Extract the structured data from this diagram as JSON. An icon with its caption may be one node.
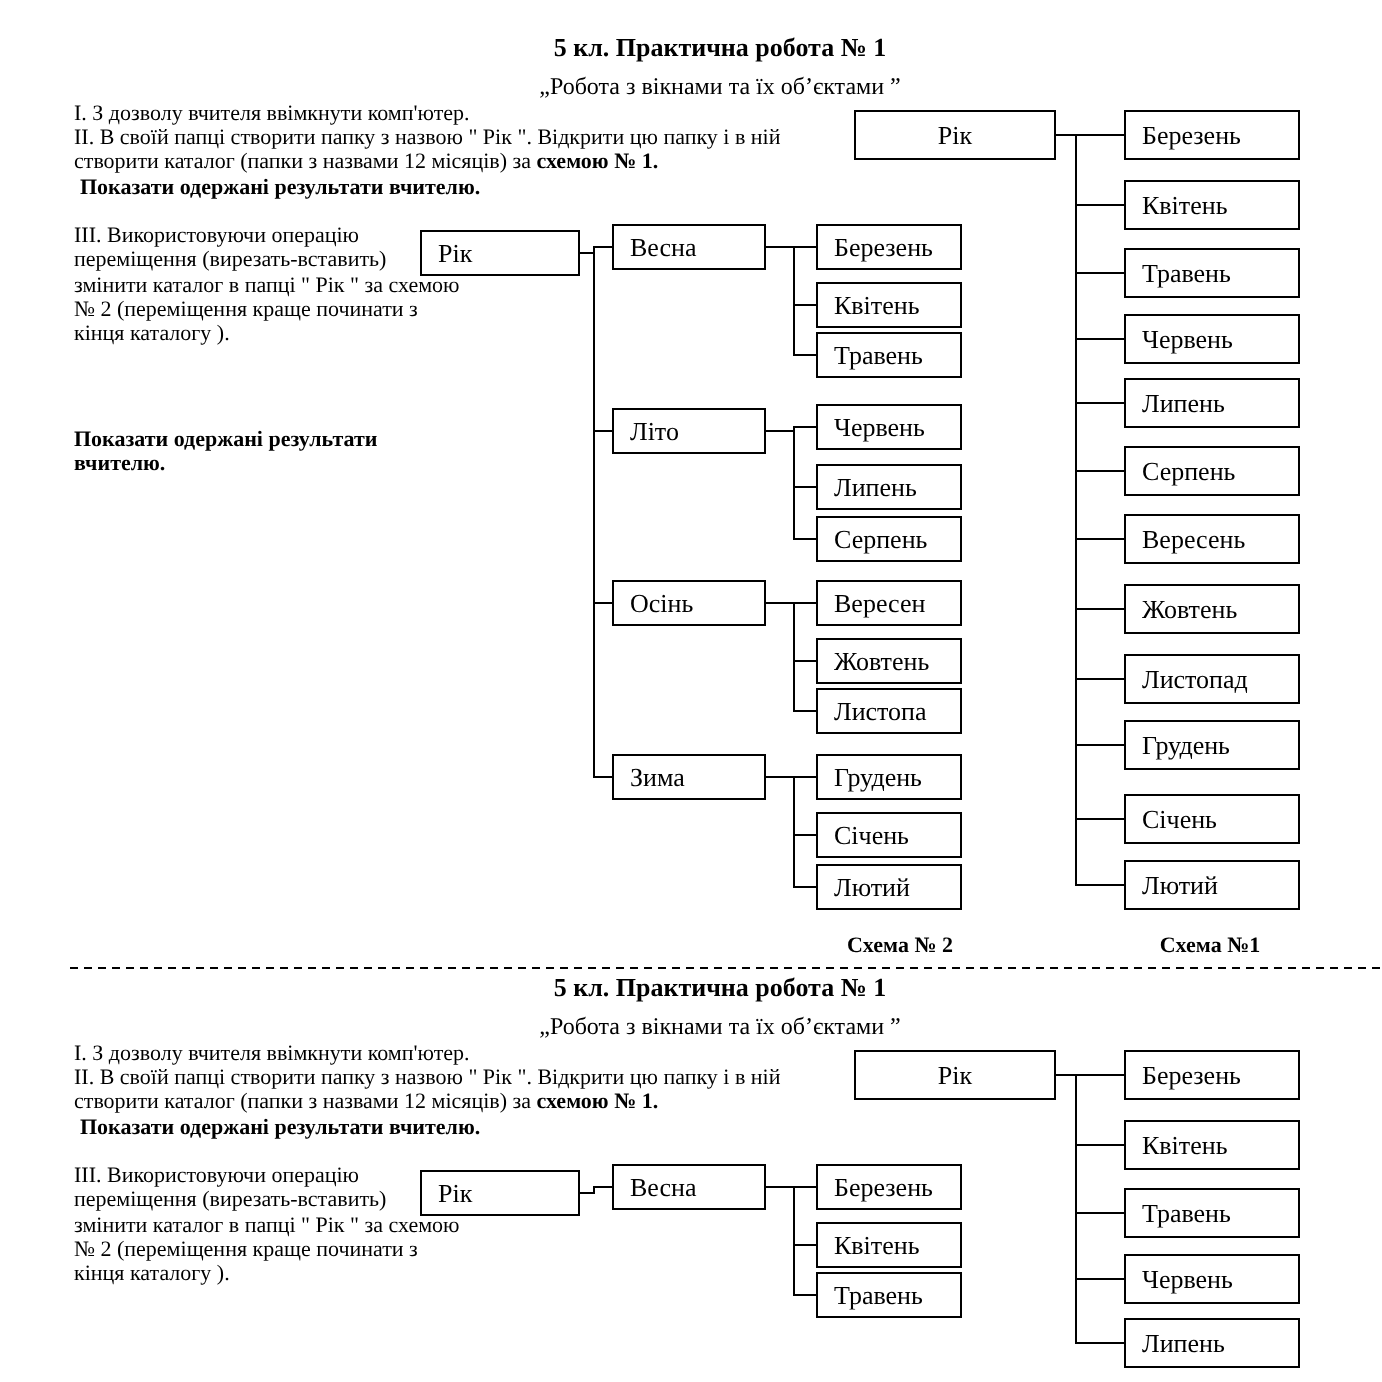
{
  "diagram": {
    "nodes": [
      {
        "text": [
          "Рік"
        ]
      },
      {
        "text": [
          "Березень"
        ]
      },
      {
        "text": [
          "Квітень"
        ]
      },
      {
        "text": [
          "Травень"
        ]
      },
      {
        "text": [
          "Червень"
        ]
      },
      {
        "text": [
          "Липень"
        ]
      },
      {
        "text": [
          "Серпень"
        ]
      },
      {
        "text": [
          "Вересень"
        ]
      },
      {
        "text": [
          "Жовтень"
        ]
      },
      {
        "text": [
          "Листопад"
        ]
      },
      {
        "text": [
          "Грудень"
        ]
      },
      {
        "text": [
          "Січень"
        ]
      },
      {
        "text": [
          "Лютий"
        ]
      },
      {
        "text": [
          "Рік"
        ]
      },
      {
        "text": [
          "Весна"
        ]
      },
      {
        "text": [
          "Березень"
        ]
      },
      {
        "text": [
          "Квітень"
        ]
      },
      {
        "text": [
          "Травень"
        ]
      },
      {
        "text": [
          "Літо"
        ]
      },
      {
        "text": [
          "Червень"
        ]
      },
      {
        "text": [
          "Липень"
        ]
      },
      {
        "text": [
          "Серпень"
        ]
      },
      {
        "text": [
          "Осінь"
        ]
      },
      {
        "text": [
          "Вересен"
        ]
      },
      {
        "text": [
          "Жовтень"
        ]
      },
      {
        "text": [
          "Листопа"
        ]
      },
      {
        "text": [
          "Зима"
        ]
      },
      {
        "text": [
          "Грудень"
        ]
      },
      {
        "text": [
          "Січень"
        ]
      },
      {
        "text": [
          "Лютий"
        ]
      },
      {
        "text": [
          "Рік"
        ]
      },
      {
        "text": [
          "Березень"
        ]
      },
      {
        "text": [
          "Квітень"
        ]
      },
      {
        "text": [
          "Травень"
        ]
      },
      {
        "text": [
          "Червень"
        ]
      },
      {
        "text": [
          "Липень"
        ]
      },
      {
        "text": [
          "Рік"
        ]
      },
      {
        "text": [
          "Весна"
        ]
      },
      {
        "text": [
          "Березень"
        ]
      },
      {
        "text": [
          "Квітень"
        ]
      },
      {
        "text": [
          "Травень"
        ]
      }
    ],
    "edges": [
      {
        "from": 0,
        "to": 1,
        "arrow": "none"
      },
      {
        "from": 0,
        "to": 2,
        "arrow": "none"
      },
      {
        "from": 0,
        "to": 3,
        "arrow": "none"
      },
      {
        "from": 0,
        "to": 4,
        "arrow": "none"
      },
      {
        "from": 0,
        "to": 5,
        "arrow": "none"
      },
      {
        "from": 0,
        "to": 6,
        "arrow": "none"
      },
      {
        "from": 0,
        "to": 7,
        "arrow": "none"
      },
      {
        "from": 0,
        "to": 8,
        "arrow": "none"
      },
      {
        "from": 0,
        "to": 9,
        "arrow": "none"
      },
      {
        "from": 0,
        "to": 10,
        "arrow": "none"
      },
      {
        "from": 0,
        "to": 11,
        "arrow": "none"
      },
      {
        "from": 0,
        "to": 12,
        "arrow": "none"
      },
      {
        "from": 13,
        "to": 14,
        "arrow": "none"
      },
      {
        "from": 13,
        "to": 18,
        "arrow": "none"
      },
      {
        "from": 13,
        "to": 22,
        "arrow": "none"
      },
      {
        "from": 13,
        "to": 26,
        "arrow": "none"
      },
      {
        "from": 14,
        "to": 15,
        "arrow": "none"
      },
      {
        "from": 14,
        "to": 16,
        "arrow": "none"
      },
      {
        "from": 14,
        "to": 17,
        "arrow": "none"
      },
      {
        "from": 18,
        "to": 19,
        "arrow": "none"
      },
      {
        "from": 18,
        "to": 20,
        "arrow": "none"
      },
      {
        "from": 18,
        "to": 21,
        "arrow": "none"
      },
      {
        "from": 22,
        "to": 23,
        "arrow": "none"
      },
      {
        "from": 22,
        "to": 24,
        "arrow": "none"
      },
      {
        "from": 22,
        "to": 25,
        "arrow": "none"
      },
      {
        "from": 26,
        "to": 27,
        "arrow": "none"
      },
      {
        "from": 26,
        "to": 28,
        "arrow": "none"
      },
      {
        "from": 26,
        "to": 29,
        "arrow": "none"
      },
      {
        "from": 30,
        "to": 31,
        "arrow": "none"
      },
      {
        "from": 30,
        "to": 32,
        "arrow": "none"
      },
      {
        "from": 30,
        "to": 33,
        "arrow": "none"
      },
      {
        "from": 30,
        "to": 34,
        "arrow": "none"
      },
      {
        "from": 30,
        "to": 35,
        "arrow": "none"
      },
      {
        "from": 36,
        "to": 37,
        "arrow": "none"
      },
      {
        "from": 37,
        "to": 38,
        "arrow": "none"
      },
      {
        "from": 37,
        "to": 39,
        "arrow": "none"
      },
      {
        "from": 37,
        "to": 40,
        "arrow": "none"
      }
    ],
    "labels": [
      "5 кл. Практична робота № 1",
      "„Робота з вікнами та їх об’єктами ”",
      "I. З дозволу вчителя ввімкнути комп'ютер.",
      "II. В своїй папці створити папку з назвою \" Рік \". Відкрити цю папку і в ній створити каталог (папки з назвами 12 місяців) за **схемою № 1.**",
      "Показати одержані результати вчителю.",
      "III. Використовуючи операцію переміщення (вирезать-вставить) змінити каталог в папці \" Рік \" за схемою № 2 (переміщення краще починати з кінця каталогу ).",
      "Показати одержані результати вчителю.",
      "Схема № 2",
      "Схема №1",
      "5 кл. Практична робота № 1",
      "„Робота з вікнами та їх об’єктами ”",
      "I. З дозволу вчителя ввімкнути комп'ютер.",
      "II. В своїй папці створити папку з назвою \" Рік \". Відкрити цю папку і в ній створити каталог (папки з назвами 12 місяців) за **схемою № 1.**",
      "Показати одержані результати вчителю.",
      "III. Використовуючи операцію переміщення (вирезать-вставить) змінити каталог в папці \" Рік \" за схемою № 2 (переміщення краще починати з кінця каталогу )."
    ]
  }
}
